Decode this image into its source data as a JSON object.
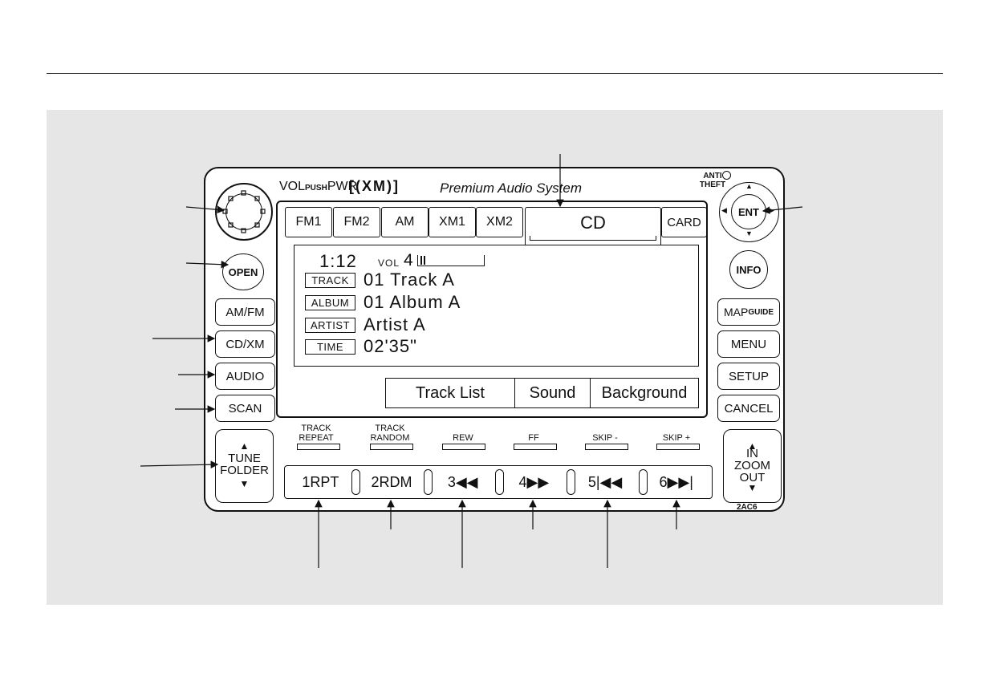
{
  "header": {
    "vol_label": "VOL",
    "push_label": "PUSH",
    "pwr_label": "PWR",
    "xm_logo": "[(XM)]",
    "title": "Premium Audio System",
    "anti_theft": "ANTI THEFT",
    "model_code": "2AC6"
  },
  "source_tabs": [
    "FM1",
    "FM2",
    "AM",
    "XM1",
    "XM2",
    "CD",
    "CARD"
  ],
  "display": {
    "time": "1:12",
    "vol_label": "VOL",
    "vol_value": "4",
    "vol_level_fraction": 0.1,
    "rows": [
      {
        "tag": "TRACK",
        "value": "01  Track  A"
      },
      {
        "tag": "ALBUM",
        "value": "01  Album  A"
      },
      {
        "tag": "ARTIST",
        "value": "Artist  A"
      },
      {
        "tag": "TIME",
        "value": "02'35\""
      }
    ],
    "menu": [
      "Track  List",
      "Sound",
      "Background"
    ]
  },
  "left_buttons": {
    "open": "OPEN",
    "amfm": "AM/FM",
    "cdxm": "CD/XM",
    "audio": "AUDIO",
    "scan": "SCAN",
    "tune": "TUNE",
    "folder": "FOLDER"
  },
  "right_buttons": {
    "ent": "ENT",
    "info": "INFO",
    "map": "MAP",
    "guide": "GUIDE",
    "menu": "MENU",
    "setup": "SETUP",
    "cancel": "CANCEL",
    "zoom_in": "IN",
    "zoom": "ZOOM",
    "zoom_out": "OUT"
  },
  "soft_labels": [
    {
      "line1": "TRACK",
      "line2": "REPEAT"
    },
    {
      "line1": "TRACK",
      "line2": "RANDOM"
    },
    {
      "line1": "REW",
      "line2": ""
    },
    {
      "line1": "FF",
      "line2": ""
    },
    {
      "line1": "SKIP -",
      "line2": ""
    },
    {
      "line1": "SKIP +",
      "line2": ""
    }
  ],
  "presets": [
    "1RPT",
    "2RDM",
    "3◀◀",
    "4▶▶",
    "5|◀◀",
    "6▶▶|"
  ]
}
